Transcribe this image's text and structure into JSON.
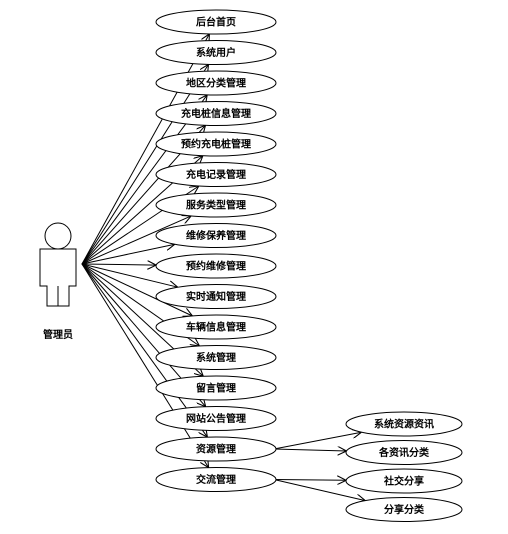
{
  "actor": {
    "label": "管理员"
  },
  "main_use_cases": [
    "后台首页",
    "系统用户",
    "地区分类管理",
    "充电桩信息管理",
    "预约充电桩管理",
    "充电记录管理",
    "服务类型管理",
    "维修保养管理",
    "预约维修管理",
    "实时通知管理",
    "车辆信息管理",
    "系统管理",
    "留言管理",
    "网站公告管理",
    "资源管理",
    "交流管理"
  ],
  "sub_use_cases": [
    {
      "label": "系统资源资讯",
      "parent": 14
    },
    {
      "label": "各资讯分类",
      "parent": 14
    },
    {
      "label": "社交分享",
      "parent": 15
    },
    {
      "label": "分享分类",
      "parent": 15
    }
  ]
}
